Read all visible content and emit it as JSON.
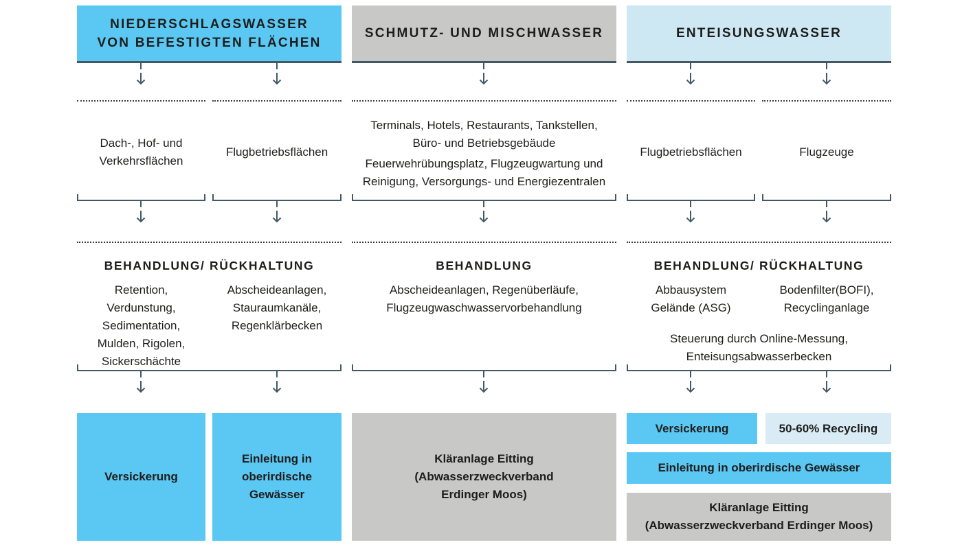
{
  "palette": {
    "blue": "#5bc7f3",
    "light_blue": "#cde8f3",
    "recycling_blue": "#d9ecf5",
    "gray": "#c8c8c7",
    "slate": "#425866",
    "ink": "#1d1d1b"
  },
  "columns": [
    {
      "header": "NIEDERSCHLAGSWASSER\nVON BEFESTIGTEN FLÄCHEN",
      "sources": {
        "left": "Dach-, Hof- und\nVerkehrsflächen",
        "right": "Flugbetriebsflächen"
      },
      "treatment": {
        "title": "BEHANDLUNG/ RÜCKHALTUNG",
        "left": "Retention,\nVerdunstung,\nSedimentation,\nMulden, Rigolen,\nSickerschächte",
        "right": "Abscheideanlagen,\nStauraumkanäle,\nRegenklärbecken"
      },
      "outcomes": {
        "left": "Versickerung",
        "right": "Einleitung in\noberirdische\nGewässer"
      }
    },
    {
      "header": "SCHMUTZ- UND MISCHWASSER",
      "sources": {
        "para1": "Terminals, Hotels, Restaurants, Tankstellen,\nBüro- und Betriebsgebäude",
        "para2": "Feuerwehrübungsplatz, Flugzeugwartung und\nReinigung, Versorgungs- und Energiezentralen"
      },
      "treatment": {
        "title": "BEHANDLUNG",
        "text": "Abscheideanlagen, Regenüberläufe,\nFlugzeugwaschwasservorbehandlung"
      },
      "outcomes": {
        "main": "Kläranlage Eitting\n(Abwasserzweckverband\nErdinger Moos)"
      }
    },
    {
      "header": "ENTEISUNGSWASSER",
      "sources": {
        "left": "Flugbetriebsflächen",
        "right": "Flugzeuge"
      },
      "treatment": {
        "title": "BEHANDLUNG/ RÜCKHALTUNG",
        "left": "Abbausystem\nGelände (ASG)",
        "right": "Bodenfilter(BOFI),\nRecyclinganlage",
        "extra": "Steuerung durch Online-Messung,\nEnteisungsabwasserbecken"
      },
      "outcomes": {
        "row1_left": "Versickerung",
        "row1_right": "50-60% Recycling",
        "row2": "Einleitung in oberirdische Gewässer",
        "row3": "Kläranlage Eitting\n(Abwasserzweckverband Erdinger Moos)"
      }
    }
  ]
}
